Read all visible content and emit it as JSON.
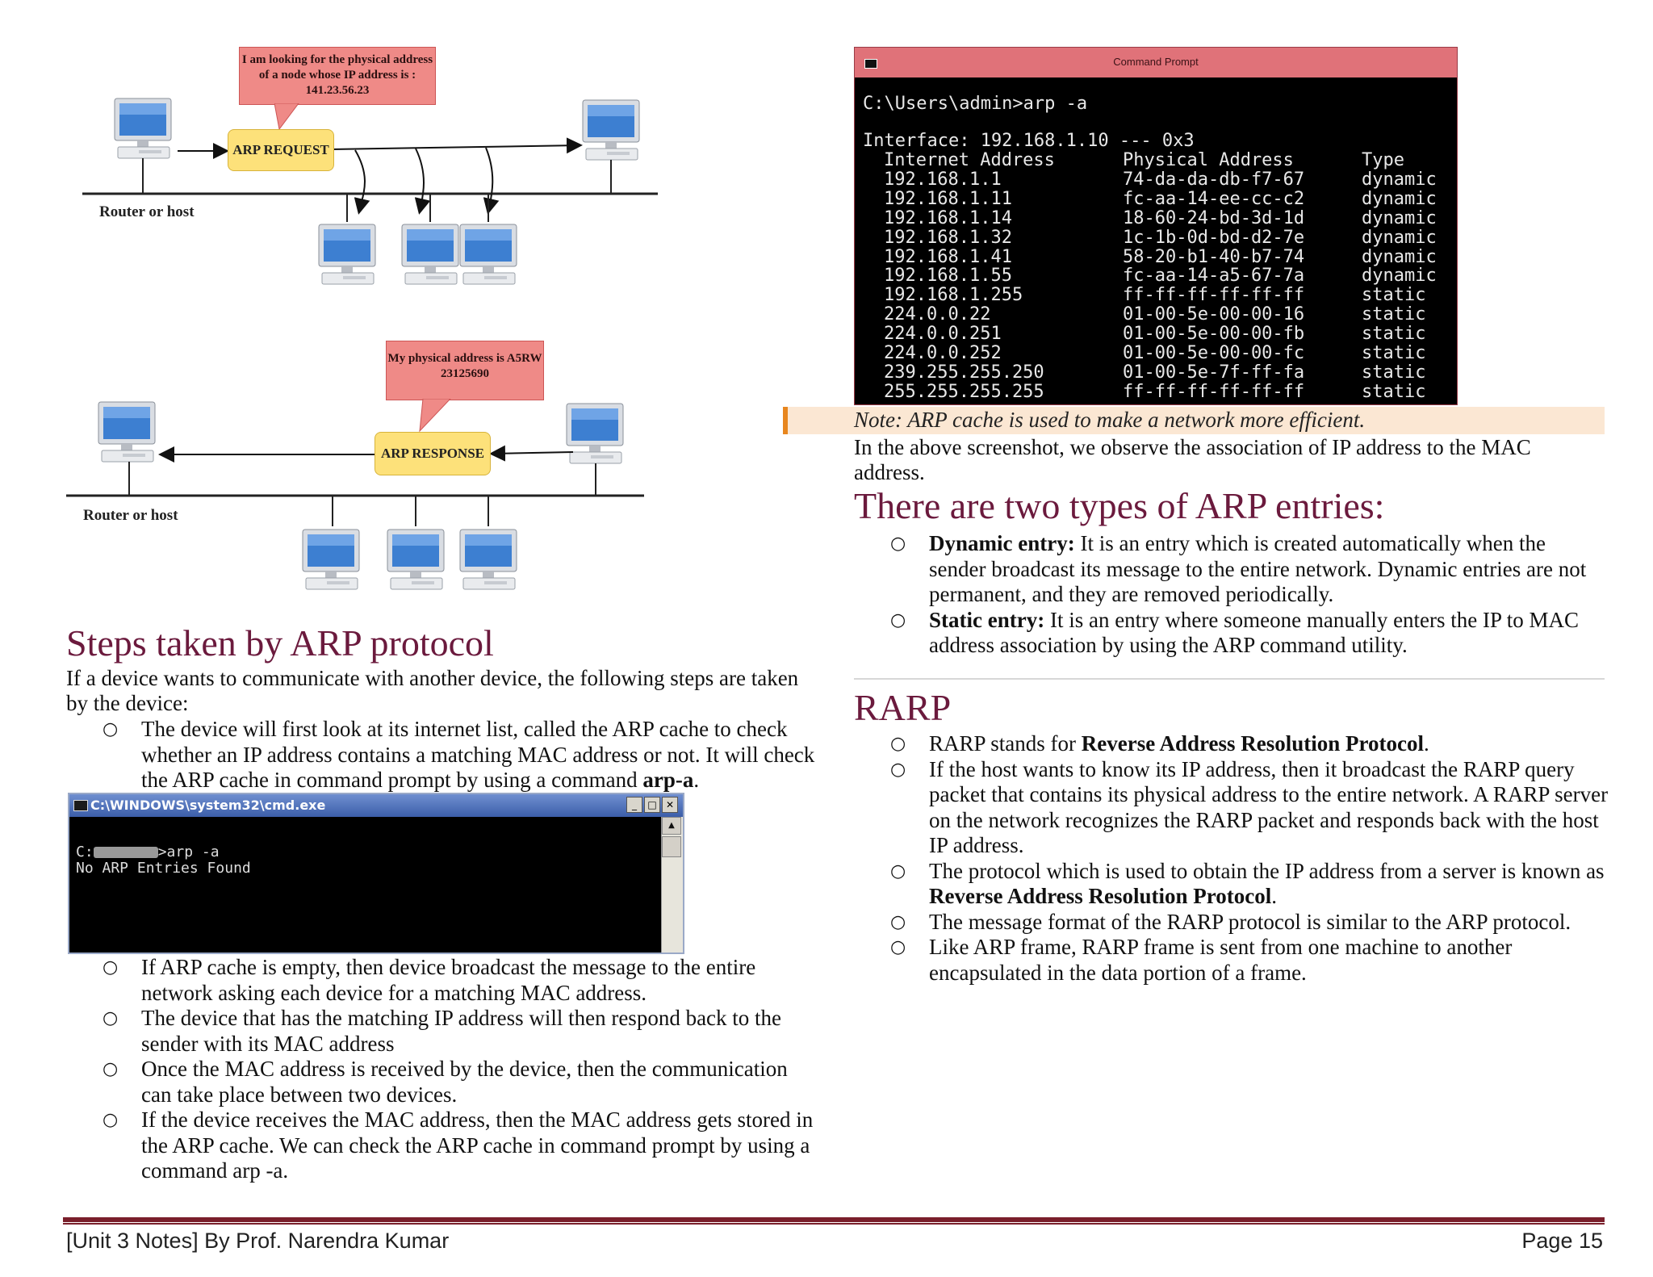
{
  "diagram_request": {
    "bubble": "I am looking for the physical address of a node whose IP address is : 141.23.56.23",
    "pill": "ARP REQUEST",
    "router_label": "Router or host"
  },
  "diagram_response": {
    "bubble": "My physical address is A5RW 23125690",
    "pill": "ARP RESPONSE",
    "router_label": "Router or host"
  },
  "steps": {
    "heading": "Steps taken by ARP protocol",
    "intro": "If a device wants to communicate with another device, the following steps are taken by the device:",
    "first_item_pre": "The device will first look at its internet list, called the ARP cache to check whether an IP address contains a matching MAC address or not. It will check the ARP cache in command prompt by using a command ",
    "first_item_bold": "arp-a",
    "first_item_post": ".",
    "items": [
      "If ARP cache is empty, then device broadcast the message to the entire network asking each device for a matching MAC address.",
      "The device that has the matching IP address will then respond back to the sender with its MAC address",
      "Once the MAC address is received by the device, then the communication can take place between two devices.",
      "If the device receives the MAC address, then the MAC address gets stored in the ARP cache. We can check the ARP cache in command prompt by using a command arp -a."
    ]
  },
  "cmd_xp": {
    "title": "C:\\WINDOWS\\system32\\cmd.exe",
    "line1_prefix": "C:",
    "line1_suffix": ">arp -a",
    "line2": "No ARP Entries Found"
  },
  "cmd_modern": {
    "title": "Command Prompt",
    "prompt": "C:\\Users\\admin>arp -a",
    "interface": "Interface: 192.168.1.10 --- 0x3",
    "headers": [
      "Internet Address",
      "Physical Address",
      "Type"
    ],
    "rows": [
      [
        "192.168.1.1",
        "74-da-da-db-f7-67",
        "dynamic"
      ],
      [
        "192.168.1.11",
        "fc-aa-14-ee-cc-c2",
        "dynamic"
      ],
      [
        "192.168.1.14",
        "18-60-24-bd-3d-1d",
        "dynamic"
      ],
      [
        "192.168.1.32",
        "1c-1b-0d-bd-d2-7e",
        "dynamic"
      ],
      [
        "192.168.1.41",
        "58-20-b1-40-b7-74",
        "dynamic"
      ],
      [
        "192.168.1.55",
        "fc-aa-14-a5-67-7a",
        "dynamic"
      ],
      [
        "192.168.1.255",
        "ff-ff-ff-ff-ff-ff",
        "static"
      ],
      [
        "224.0.0.22",
        "01-00-5e-00-00-16",
        "static"
      ],
      [
        "224.0.0.251",
        "01-00-5e-00-00-fb",
        "static"
      ],
      [
        "224.0.0.252",
        "01-00-5e-00-00-fc",
        "static"
      ],
      [
        "239.255.255.250",
        "01-00-5e-7f-ff-fa",
        "static"
      ],
      [
        "255.255.255.255",
        "ff-ff-ff-ff-ff-ff",
        "static"
      ]
    ]
  },
  "note": "Note: ARP cache is used to make a network more efficient.",
  "observe": "In the above screenshot, we observe the association of IP address to the MAC address.",
  "types": {
    "heading": "There are two types of ARP entries:",
    "items": [
      {
        "bold": "Dynamic entry:",
        "text": " It is an entry which is created automatically when the sender broadcast its message to the entire network. Dynamic entries are not permanent, and they are removed periodically."
      },
      {
        "bold": "Static entry:",
        "text": " It is an entry where someone manually enters the IP to MAC address association by using the ARP command utility."
      }
    ]
  },
  "rarp": {
    "heading": "RARP",
    "item1_pre": "RARP stands for ",
    "item1_bold": "Reverse Address Resolution Protocol",
    "item1_post": ".",
    "item2": "If the host wants to know its IP address, then it broadcast the RARP query packet that contains its physical address to the entire network. A RARP server on the network recognizes the RARP packet and responds back with the host IP address.",
    "item3_pre": "The protocol which is used to obtain the IP address from a server is known as ",
    "item3_bold": "Reverse Address Resolution Protocol",
    "item3_post": ".",
    "item4": "The message format of the RARP protocol is similar to the ARP protocol.",
    "item5": "Like ARP frame, RARP frame is sent from one machine to another encapsulated in the data portion of a frame."
  },
  "footer": {
    "left": "[Unit 3 Notes] By Prof. Narendra Kumar",
    "right": "Page 15"
  },
  "colors": {
    "heading": "#6b1a3d",
    "footer_rule": "#7a1f2b",
    "note_band": "#fbe7d3",
    "note_bar": "#e8861e"
  }
}
